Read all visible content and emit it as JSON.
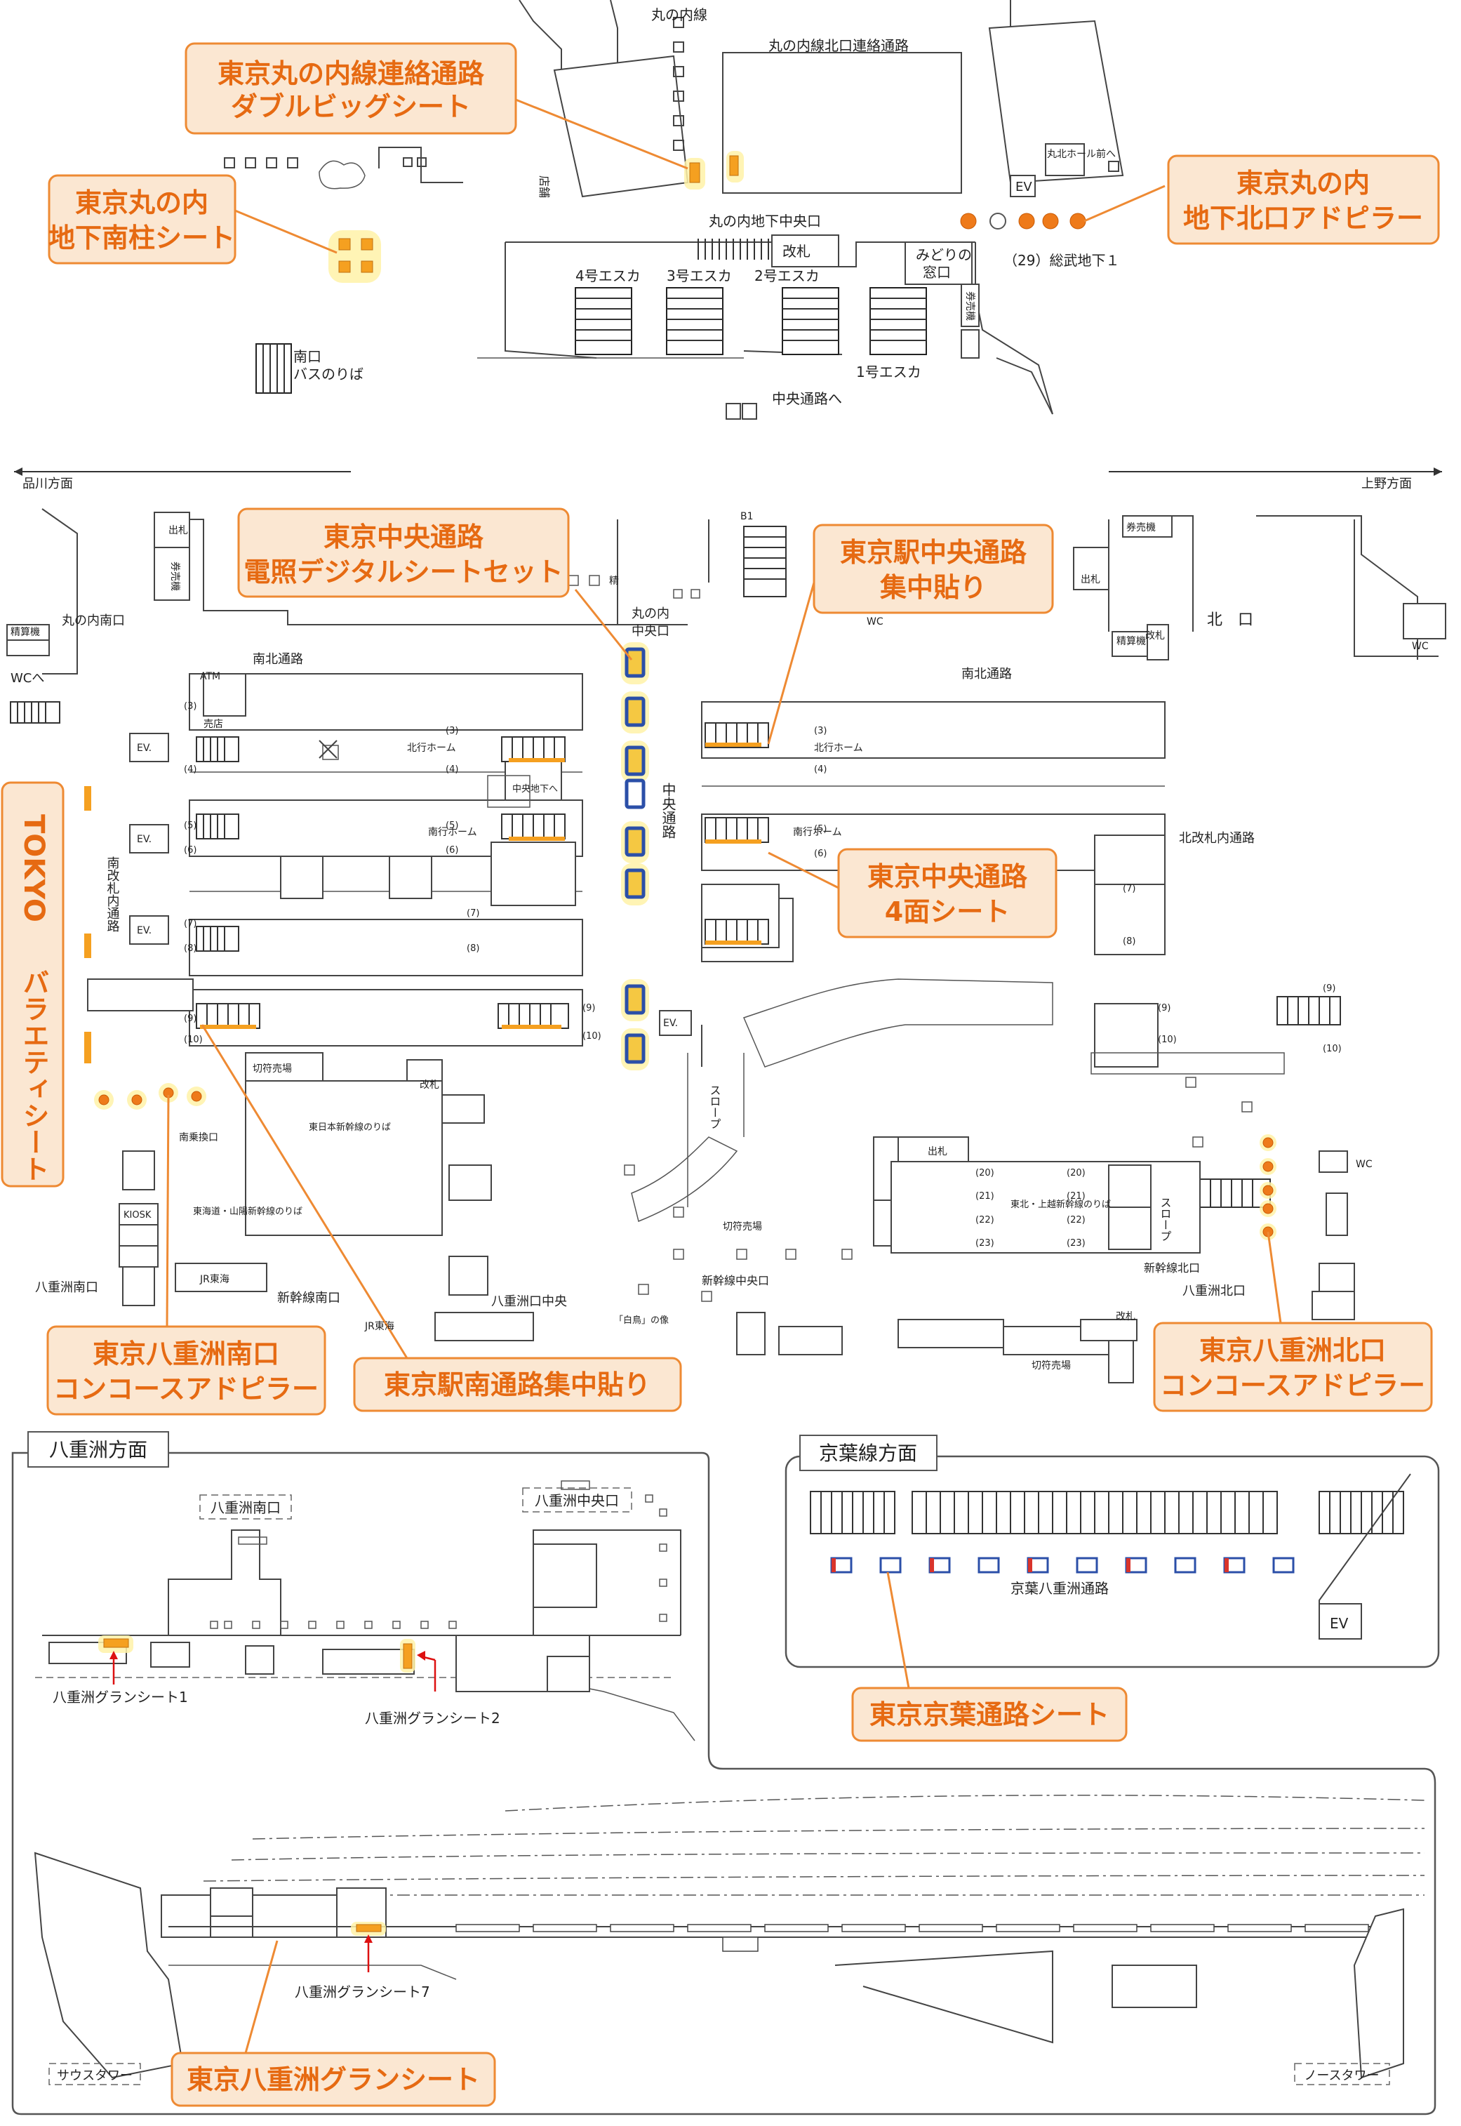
{
  "top": {
    "labels": {
      "marunouchi_line": "丸の内線",
      "marunouchi_north_passage": "丸の内線北口連絡通路",
      "marunouchi_center": "丸の内地下中央口",
      "gate": "改札",
      "midori1": "みどりの",
      "midori2": "窓口",
      "esca4": "4号エスカ",
      "esca3": "3号エスカ",
      "esca2": "2号エスカ",
      "esca1": "1号エスカ",
      "sobu": "（29）総武地下１",
      "south_exit": "南口",
      "bus": "バスのりば",
      "to_central": "中央通路へ",
      "ev": "EV",
      "marukita": "丸北ホール前へ",
      "shop": "店舗",
      "ticket": "券売機"
    },
    "ads": {
      "double_big_1": "東京丸の内線連絡通路",
      "double_big_2": "ダブルビッグシート",
      "south_pillar_1": "東京丸の内",
      "south_pillar_2": "地下南柱シート",
      "north_pillar_1": "東京丸の内",
      "north_pillar_2": "地下北口アドピラー"
    }
  },
  "main": {
    "labels": {
      "to_shinagawa": "品川方面",
      "to_ueno": "上野方面",
      "maru_south": "丸の内南口",
      "wc_to": "WCへ",
      "kaisatsu": "改札",
      "seisan": "精算機",
      "deguchi": "出札",
      "kenbaiki": "券売機",
      "nanboku": "南北通路",
      "atm": "ATM",
      "shop": "売店",
      "north_platform": "北行ホーム",
      "south_platform": "南行ホーム",
      "chuo_under": "中央地下へ",
      "maru_center_1": "丸の内",
      "maru_center_2": "中央口",
      "chuo_passage": "中央通路",
      "kita": "北　口",
      "north_inner": "北改札内通路",
      "south_inner": "南改札内通路",
      "wc": "WC",
      "b1": "B1",
      "slope": "スロープ",
      "ev": "EV.",
      "kippu": "切符売場",
      "east_shinkansen": "東日本新幹線のりば",
      "south_transfer": "南乗換口",
      "tokaido": "東海道・山陽新幹線のりば",
      "jr_tokai": "JR東海",
      "kiosk": "KIOSK",
      "yaesu_south": "八重洲南口",
      "shinkansen_south": "新幹線南口",
      "yaesu_center": "八重洲口中央",
      "hakucho": "「白鳥」の像",
      "shinkansen_center": "新幹線中央口",
      "shinkansen_north": "新幹線北口",
      "yaesu_north": "八重洲北口",
      "tohoku": "東北・上越新幹線のりば",
      "seimatsu": "精",
      "tracks": [
        "(3)",
        "(4)",
        "(5)",
        "(6)",
        "(7)",
        "(8)",
        "(9)",
        "(10)"
      ],
      "shinkansen_tracks": [
        "(20)",
        "(21)",
        "(22)",
        "(23)"
      ]
    },
    "ads": {
      "digital_1": "東京中央通路",
      "digital_2": "電照デジタルシートセット",
      "central_focus_1": "東京駅中央通路",
      "central_focus_2": "集中貼り",
      "four_face_1": "東京中央通路",
      "four_face_2": "4面シート",
      "variety_1": "TOKYO",
      "variety_2": "バラエティシート",
      "yaesu_south_1": "東京八重洲南口",
      "yaesu_south_2": "コンコースアドピラー",
      "south_focus": "東京駅南通路集中貼り",
      "yaesu_north_1": "東京八重洲北口",
      "yaesu_north_2": "コンコースアドピラー"
    }
  },
  "yaesu": {
    "title": "八重洲方面",
    "south_exit": "八重洲南口",
    "center_exit": "八重洲中央口",
    "gran1": "八重洲グランシート1",
    "gran2": "八重洲グランシート2"
  },
  "keiyo": {
    "title": "京葉線方面",
    "passage": "京葉八重洲通路",
    "ev": "EV",
    "ad": "東京京葉通路シート"
  },
  "bottom": {
    "gran7": "八重洲グランシート7",
    "south_tower": "サウスタワー",
    "north_tower": "ノースタワー",
    "ad": "東京八重洲グランシート"
  },
  "colors": {
    "accent_orange": "#ee8a33",
    "label_fill": "#fbe7d2",
    "label_text": "#e66a12",
    "seat_blue": "#2b4fa8",
    "highlight": "#fff2a8"
  }
}
